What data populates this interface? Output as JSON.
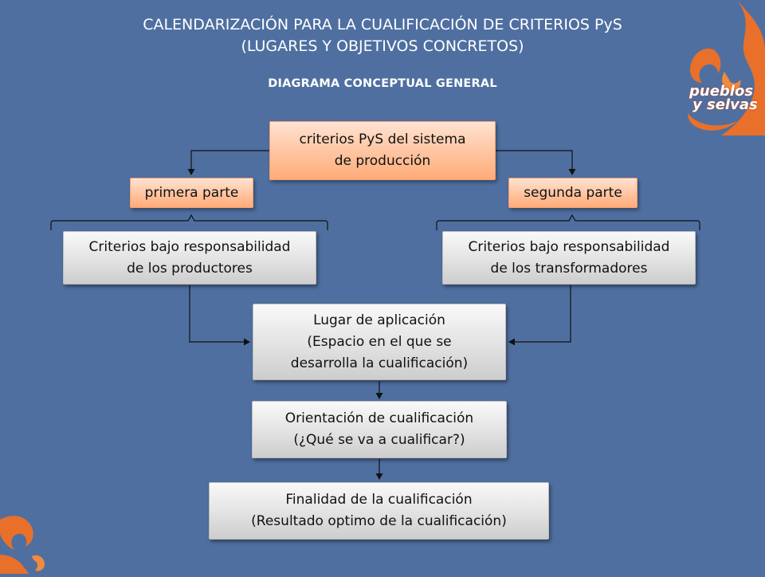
{
  "header": {
    "title_line1": "CALENDARIZACIÓN PARA LA CUALIFICACIÓN DE CRITERIOS PyS",
    "title_line2": "(LUGARES Y OBJETIVOS CONCRETOS)",
    "subtitle": "DIAGRAMA CONCEPTUAL GENERAL"
  },
  "nodes": {
    "root": {
      "line1": "criterios PyS del sistema",
      "line2": "de producción"
    },
    "part_one": {
      "label": "primera parte"
    },
    "part_two": {
      "label": "segunda parte"
    },
    "producers": {
      "line1": "Criterios bajo responsabilidad",
      "line2": "de los productores"
    },
    "processors": {
      "line1": "Criterios bajo responsabilidad",
      "line2": "de los transformadores"
    },
    "place": {
      "line1": "Lugar de aplicación",
      "line2": "(Espacio en el que se",
      "line3": "desarrolla la cualificación)"
    },
    "orientation": {
      "line1": "Orientación de cualificación",
      "line2": "(¿Qué se va a cualificar?)"
    },
    "purpose": {
      "line1": "Finalidad de la cualificación",
      "line2": "(Resultado optimo de la cualificación)"
    }
  },
  "logo": {
    "line1": "pueblos",
    "line2": "y selvas"
  },
  "colors": {
    "background": "#4f6fa0",
    "orange_box": "#ffc9a8",
    "grey_box": "#e2e2e2",
    "logo_orange": "#e8702a",
    "connector": "#111111"
  }
}
